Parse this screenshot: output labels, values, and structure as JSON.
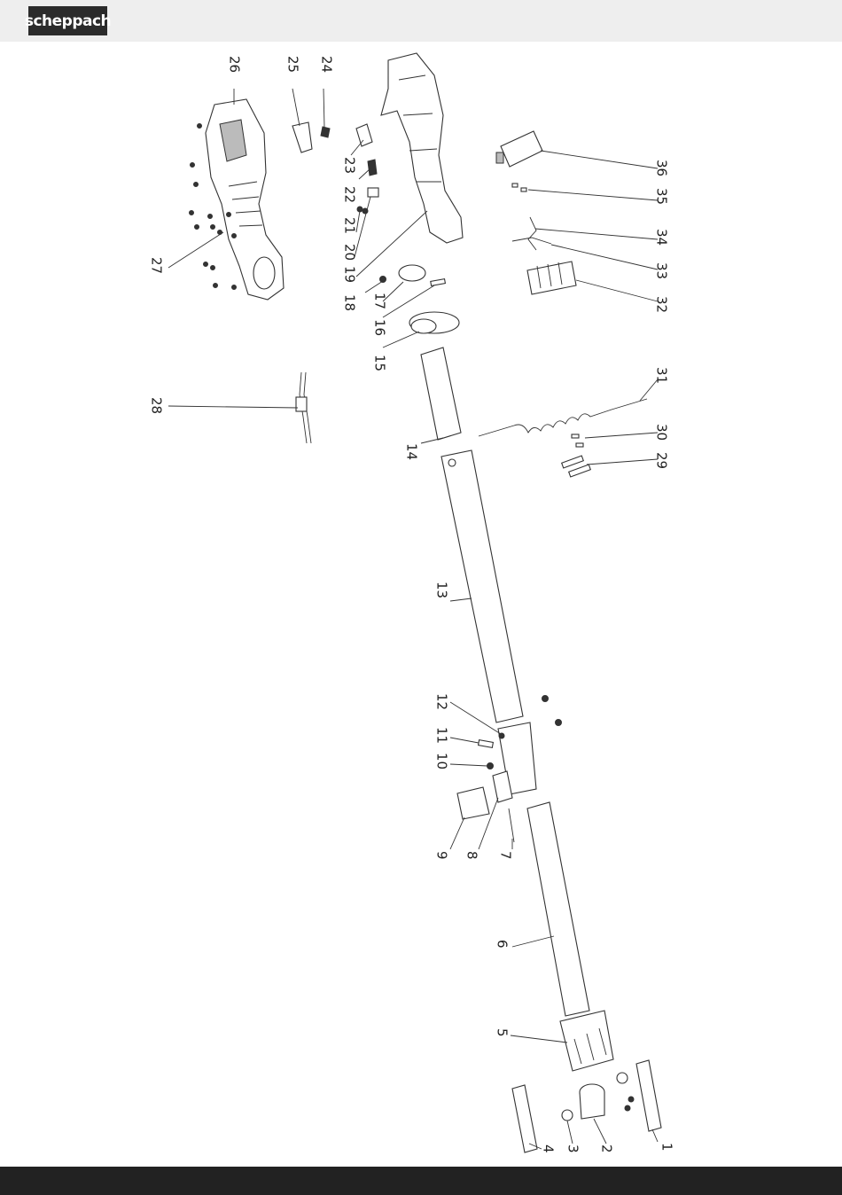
{
  "brand": {
    "logo_text": "scheppach"
  },
  "diagram": {
    "part_labels": [
      "1",
      "2",
      "3",
      "4",
      "5",
      "6",
      "7",
      "8",
      "9",
      "10",
      "11",
      "12",
      "13",
      "14",
      "15",
      "16",
      "17",
      "18",
      "19",
      "20",
      "21",
      "22",
      "23",
      "24",
      "25",
      "26",
      "27",
      "28",
      "29",
      "30",
      "31",
      "32",
      "33",
      "34",
      "35",
      "36"
    ]
  }
}
